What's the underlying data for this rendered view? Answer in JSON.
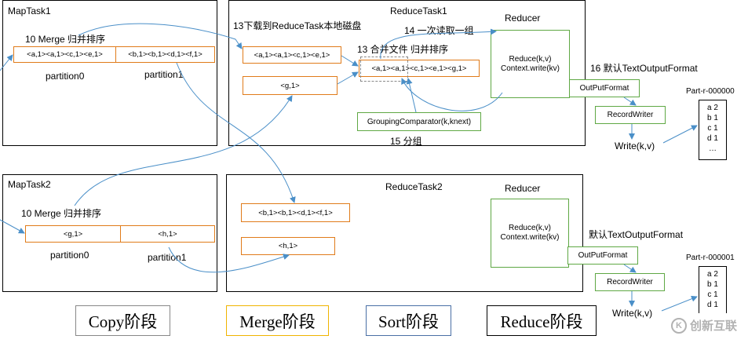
{
  "maptask1": {
    "title": "MapTask1",
    "merge_label": "10 Merge  归并排序",
    "partition0_data": "<a,1><a,1><c,1><e,1>",
    "partition1_data": "<b,1><b,1><d,1><f,1>",
    "partition0_label": "partition0",
    "partition1_label": "partition1"
  },
  "maptask2": {
    "title": "MapTask2",
    "merge_label": "10 Merge  归并排序",
    "partition0_data": "<g,1>",
    "partition1_data": "<h,1>",
    "partition0_label": "partition0",
    "partition1_label": "partition1"
  },
  "reducetask1": {
    "title": "ReduceTask1",
    "download_label": "13下载到ReduceTask本地磁盘",
    "read_group_label": "14 一次读取一组",
    "merge_file_label": "13 合并文件  归并排序",
    "box1": "<a,1><a,1><c,1><e,1>",
    "box2": "<g,1>",
    "merged": "<a,1><a,1><c,1><e,1><g,1>",
    "grouping": "GroupingComparator(k,knext)",
    "group_label": "15 分组",
    "reducer_title": "Reducer",
    "reduce_line1": "Reduce(k,v)",
    "reduce_line2": "Context.write(kv)",
    "output_format_label": "16 默认TextOutputFormat",
    "output_format": "OutPutFormat",
    "record_writer": "RecordWriter",
    "write": "Write(k,v)",
    "part_file": "Part-r-000000",
    "part_lines": [
      "a 2",
      "b 1",
      "c 1",
      "d 1",
      "…"
    ]
  },
  "reducetask2": {
    "title": "ReduceTask2",
    "box1": "<b,1><b,1><d,1><f,1>",
    "box2": "<h,1>",
    "reducer_title": "Reducer",
    "reduce_line1": "Reduce(k,v)",
    "reduce_line2": "Context.write(kv)",
    "output_format_label": "默认TextOutputFormat",
    "output_format": "OutPutFormat",
    "record_writer": "RecordWriter",
    "write": "Write(k,v)",
    "part_file": "Part-r-000001",
    "part_lines": [
      "a 2",
      "b 1",
      "c 1",
      "d 1"
    ]
  },
  "stages": {
    "copy": "Copy阶段",
    "merge": "Merge阶段",
    "sort": "Sort阶段",
    "reduce": "Reduce阶段"
  },
  "colors": {
    "orange": "#e07b1a",
    "green": "#5fa844",
    "arrow": "#4a8fc8",
    "merge_border": "#f0b400",
    "sort_border": "#4a6fa5"
  },
  "watermark": {
    "mark": "K",
    "text": "创新互联"
  }
}
